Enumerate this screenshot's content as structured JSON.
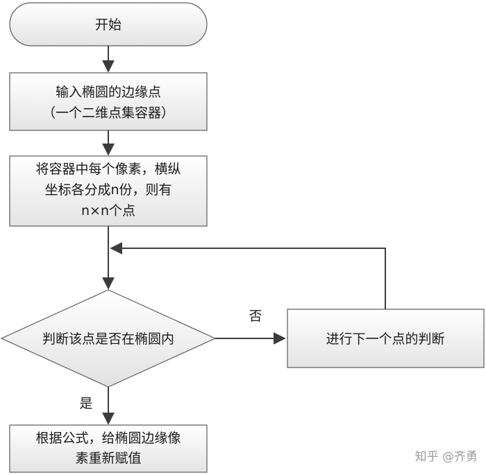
{
  "flowchart": {
    "start": {
      "label": "开始"
    },
    "input_box": {
      "line1": "输入椭圆的边缘点",
      "line2": "（一个二维点集容器）"
    },
    "split_box": {
      "line1": "将容器中每个像素，横纵",
      "line2": "坐标各分成n份，则有",
      "line3": "n×n个点"
    },
    "decision": {
      "label": "判断该点是否在椭圆内"
    },
    "next_box": {
      "label": "进行下一个点的判断"
    },
    "assign_box": {
      "line1": "根据公式，给椭圆边缘像",
      "line2": "素重新赋值"
    },
    "edge_no": {
      "label": "否"
    },
    "edge_yes": {
      "label": "是"
    }
  },
  "watermark": {
    "text": "知乎 @齐勇"
  },
  "colors": {
    "box_fill_top": "#ffffff",
    "box_fill_bottom": "#e6e6e6",
    "stroke": "#5a5a5a",
    "arrow": "#3c3c3c",
    "text": "#1a1a1a"
  }
}
